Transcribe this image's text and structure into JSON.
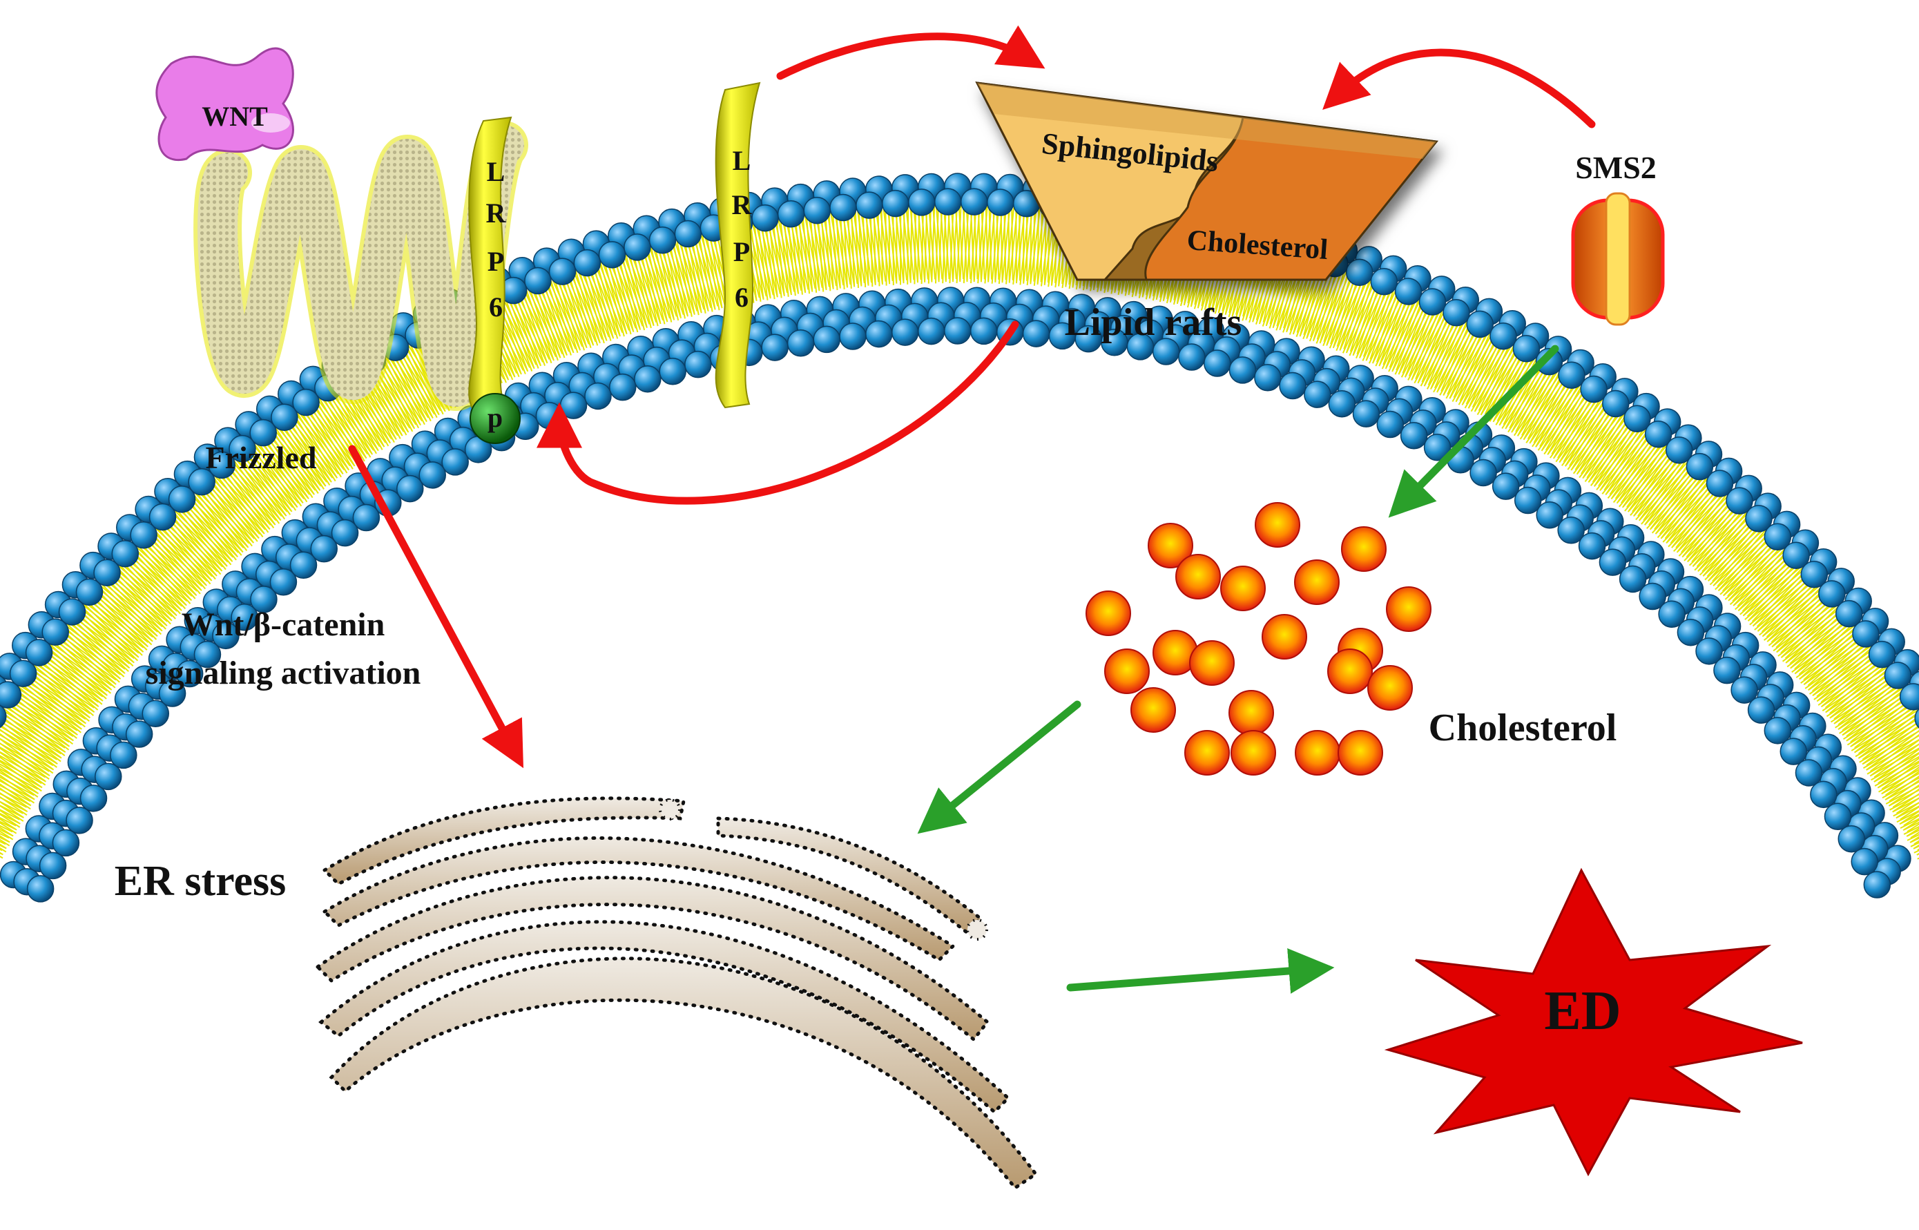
{
  "labels": {
    "wnt": "WNT",
    "frizzled": "Frizzled",
    "lrp6_letters": [
      "L",
      "R",
      "P",
      "6"
    ],
    "phospho": "p",
    "sphingolipids": "Sphingolipids",
    "raft_cholesterol": "Cholesterol",
    "lipid_rafts": "Lipid rafts",
    "sms2": "SMS2",
    "wnt_signaling_line1": "Wnt/β-catenin",
    "wnt_signaling_line2": "signaling activation",
    "free_cholesterol": "Cholesterol",
    "er_stress": "ER stress",
    "ed": "ED"
  },
  "colors": {
    "lipid_head": "#1f8fd0",
    "lipid_tail": "#e6e600",
    "wnt_fill": "#e97de9",
    "frizzled_fill": "#d8d49a",
    "lrp6_fill": "#e6e600",
    "phospho_fill": "#1a8a1a",
    "sphingolipid_fill": "#f5c66a",
    "raft_cholesterol_fill": "#e07820",
    "sms2_fill": "#e06010",
    "cholesterol_ball": "#f04010",
    "er_fill": "#d8cdb8",
    "ed_fill": "#e00000",
    "arrow_red": "#ee1111",
    "arrow_green": "#2aa02a"
  }
}
